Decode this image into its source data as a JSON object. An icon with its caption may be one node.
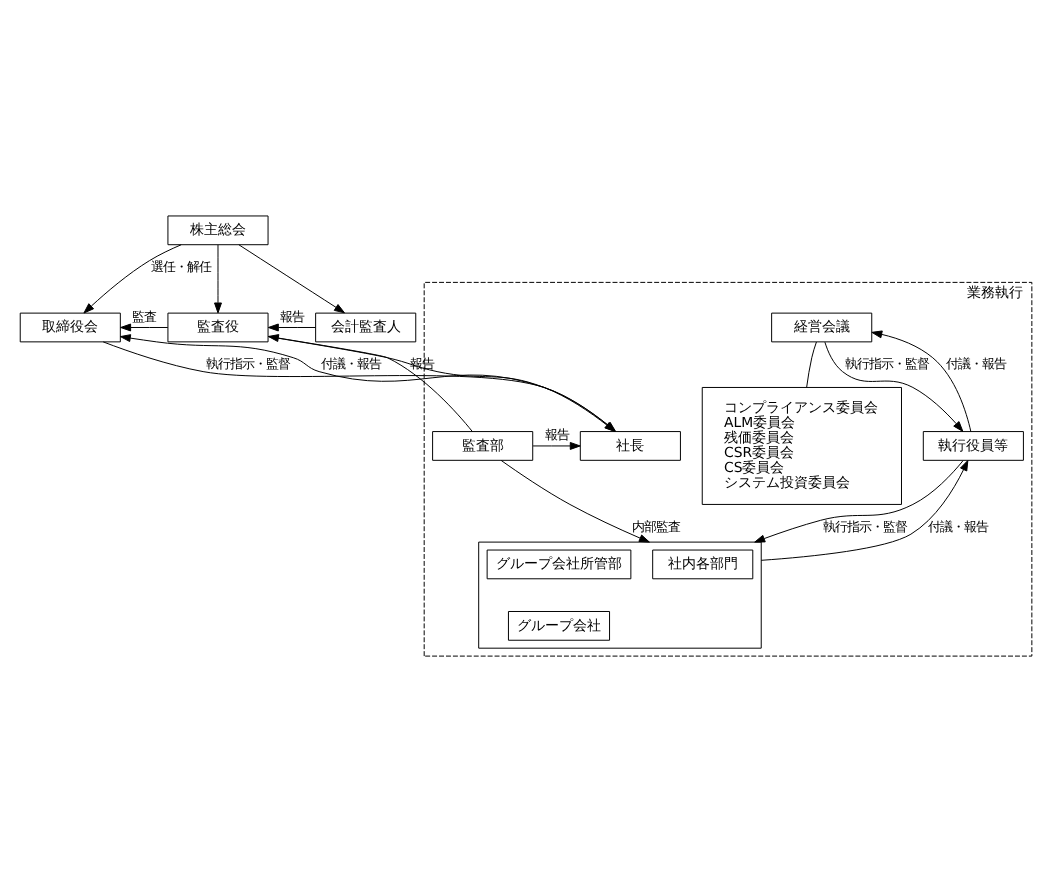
{
  "diagram": {
    "nodes": [
      {
        "text": [
          "株主総会"
        ]
      },
      {
        "text": [
          "取締役会"
        ]
      },
      {
        "text": [
          "監査役"
        ]
      },
      {
        "text": [
          "会計監査人"
        ]
      },
      {
        "text": [
          "業務執行"
        ]
      },
      {
        "text": [
          "社長"
        ],
        "in": 4
      },
      {
        "text": [
          "経営会議"
        ],
        "in": 4
      },
      {
        "text": [
          "監査部"
        ],
        "in": 4
      },
      {
        "text": [
          "執行役員等"
        ],
        "in": 4
      },
      {
        "text": [],
        "shape": "box",
        "in": 4
      },
      {
        "text": [
          "社内各部門"
        ],
        "in": 9
      },
      {
        "text": [
          "グループ会社所管部"
        ],
        "in": 9
      },
      {
        "text": [
          "グループ会社"
        ],
        "in": 9
      },
      {
        "text": [
          "コンプライアンス委員会",
          "ALM委員会",
          "残価委員会",
          "CSR委員会",
          "CS委員会",
          "システム投資委員会"
        ],
        "in": 4
      }
    ],
    "edges": [
      {
        "from": 0,
        "to": 1,
        "arrow": "to",
        "label": "選任・解任"
      },
      {
        "from": 0,
        "to": 2,
        "arrow": "to"
      },
      {
        "from": 0,
        "to": 3,
        "arrow": "to"
      },
      {
        "from": 2,
        "to": 1,
        "arrow": "to",
        "label": "監査"
      },
      {
        "from": 3,
        "to": 2,
        "arrow": "to",
        "label": "報告"
      },
      {
        "from": 1,
        "to": 5,
        "arrow": "to",
        "label": "執行指示・監督"
      },
      {
        "from": 5,
        "to": 1,
        "arrow": "to",
        "label": "付議・報告"
      },
      {
        "from": 7,
        "to": 2,
        "arrow": "to",
        "label": "報告"
      },
      {
        "from": 2,
        "to": 5,
        "arrow": "to"
      },
      {
        "from": 7,
        "to": 5,
        "arrow": "to",
        "label": "報告"
      },
      {
        "from": 6,
        "to": 13,
        "arrow": "none"
      },
      {
        "from": 6,
        "to": 8,
        "arrow": "to",
        "label": "執行指示・監督"
      },
      {
        "from": 8,
        "to": 6,
        "arrow": "to",
        "label": "付議・報告"
      },
      {
        "from": 8,
        "to": 9,
        "arrow": "to",
        "label": "執行指示・監督"
      },
      {
        "from": 9,
        "to": 8,
        "arrow": "to",
        "label": "付議・報告"
      },
      {
        "from": 7,
        "to": 9,
        "arrow": "to",
        "label": "内部監査"
      }
    ]
  }
}
